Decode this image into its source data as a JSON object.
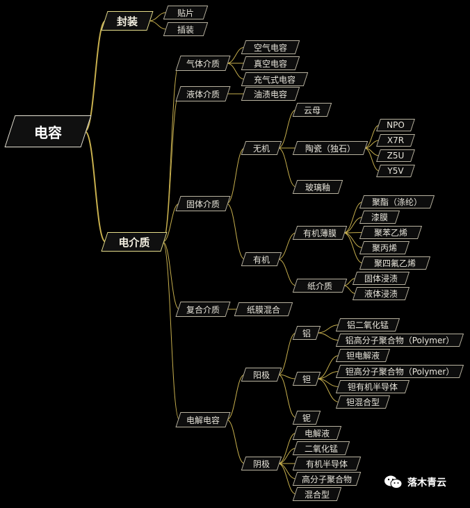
{
  "title": "电容",
  "colors": {
    "background": "#000000",
    "line": "#c8b04e",
    "node_border": "#b9b3a0",
    "text": "#e9e6dc"
  },
  "nodes": {
    "root": "电容",
    "package": "封装",
    "smd": "贴片",
    "through_hole": "插装",
    "dielectric": "电介质",
    "gas": "气体介质",
    "air": "空气电容",
    "vacuum": "真空电容",
    "gas_filled": "充气式电容",
    "liquid": "液体介质",
    "oil": "油渍电容",
    "solid": "固体介质",
    "inorganic": "无机",
    "mica": "云母",
    "ceramic": "陶瓷（独石）",
    "npo": "NPO",
    "x7r": "X7R",
    "z5u": "Z5U",
    "y5v": "Y5V",
    "glass_glaze": "玻璃釉",
    "organic": "有机",
    "organic_film": "有机薄膜",
    "polyester": "聚酯（涤纶）",
    "lacquer_film": "漆膜",
    "polystyrene": "聚苯乙烯",
    "polypropylene": "聚丙烯",
    "ptfe": "聚四氟乙烯",
    "paper": "纸介质",
    "solid_impregnated": "固体浸渍",
    "liquid_impregnated": "液体浸渍",
    "composite": "复合介质",
    "paper_film": "纸膜混合",
    "electrolytic": "电解电容",
    "anode": "阳极",
    "aluminum": "铝",
    "al_mno2": "铝二氧化锰",
    "al_polymer": "铝高分子聚合物（Polymer）",
    "tantalum": "钽",
    "ta_electrolyte": "钽电解液",
    "ta_polymer": "钽高分子聚合物（Polymer）",
    "ta_organic_semi": "钽有机半导体",
    "ta_hybrid": "钽混合型",
    "niobium": "铌",
    "cathode": "阴极",
    "electrolyte": "电解液",
    "mno2": "二氧化锰",
    "organic_semi": "有机半导体",
    "polymer": "高分子聚合物",
    "hybrid": "混合型"
  },
  "watermark": {
    "text": "落木青云",
    "icon": "wechat-icon"
  }
}
